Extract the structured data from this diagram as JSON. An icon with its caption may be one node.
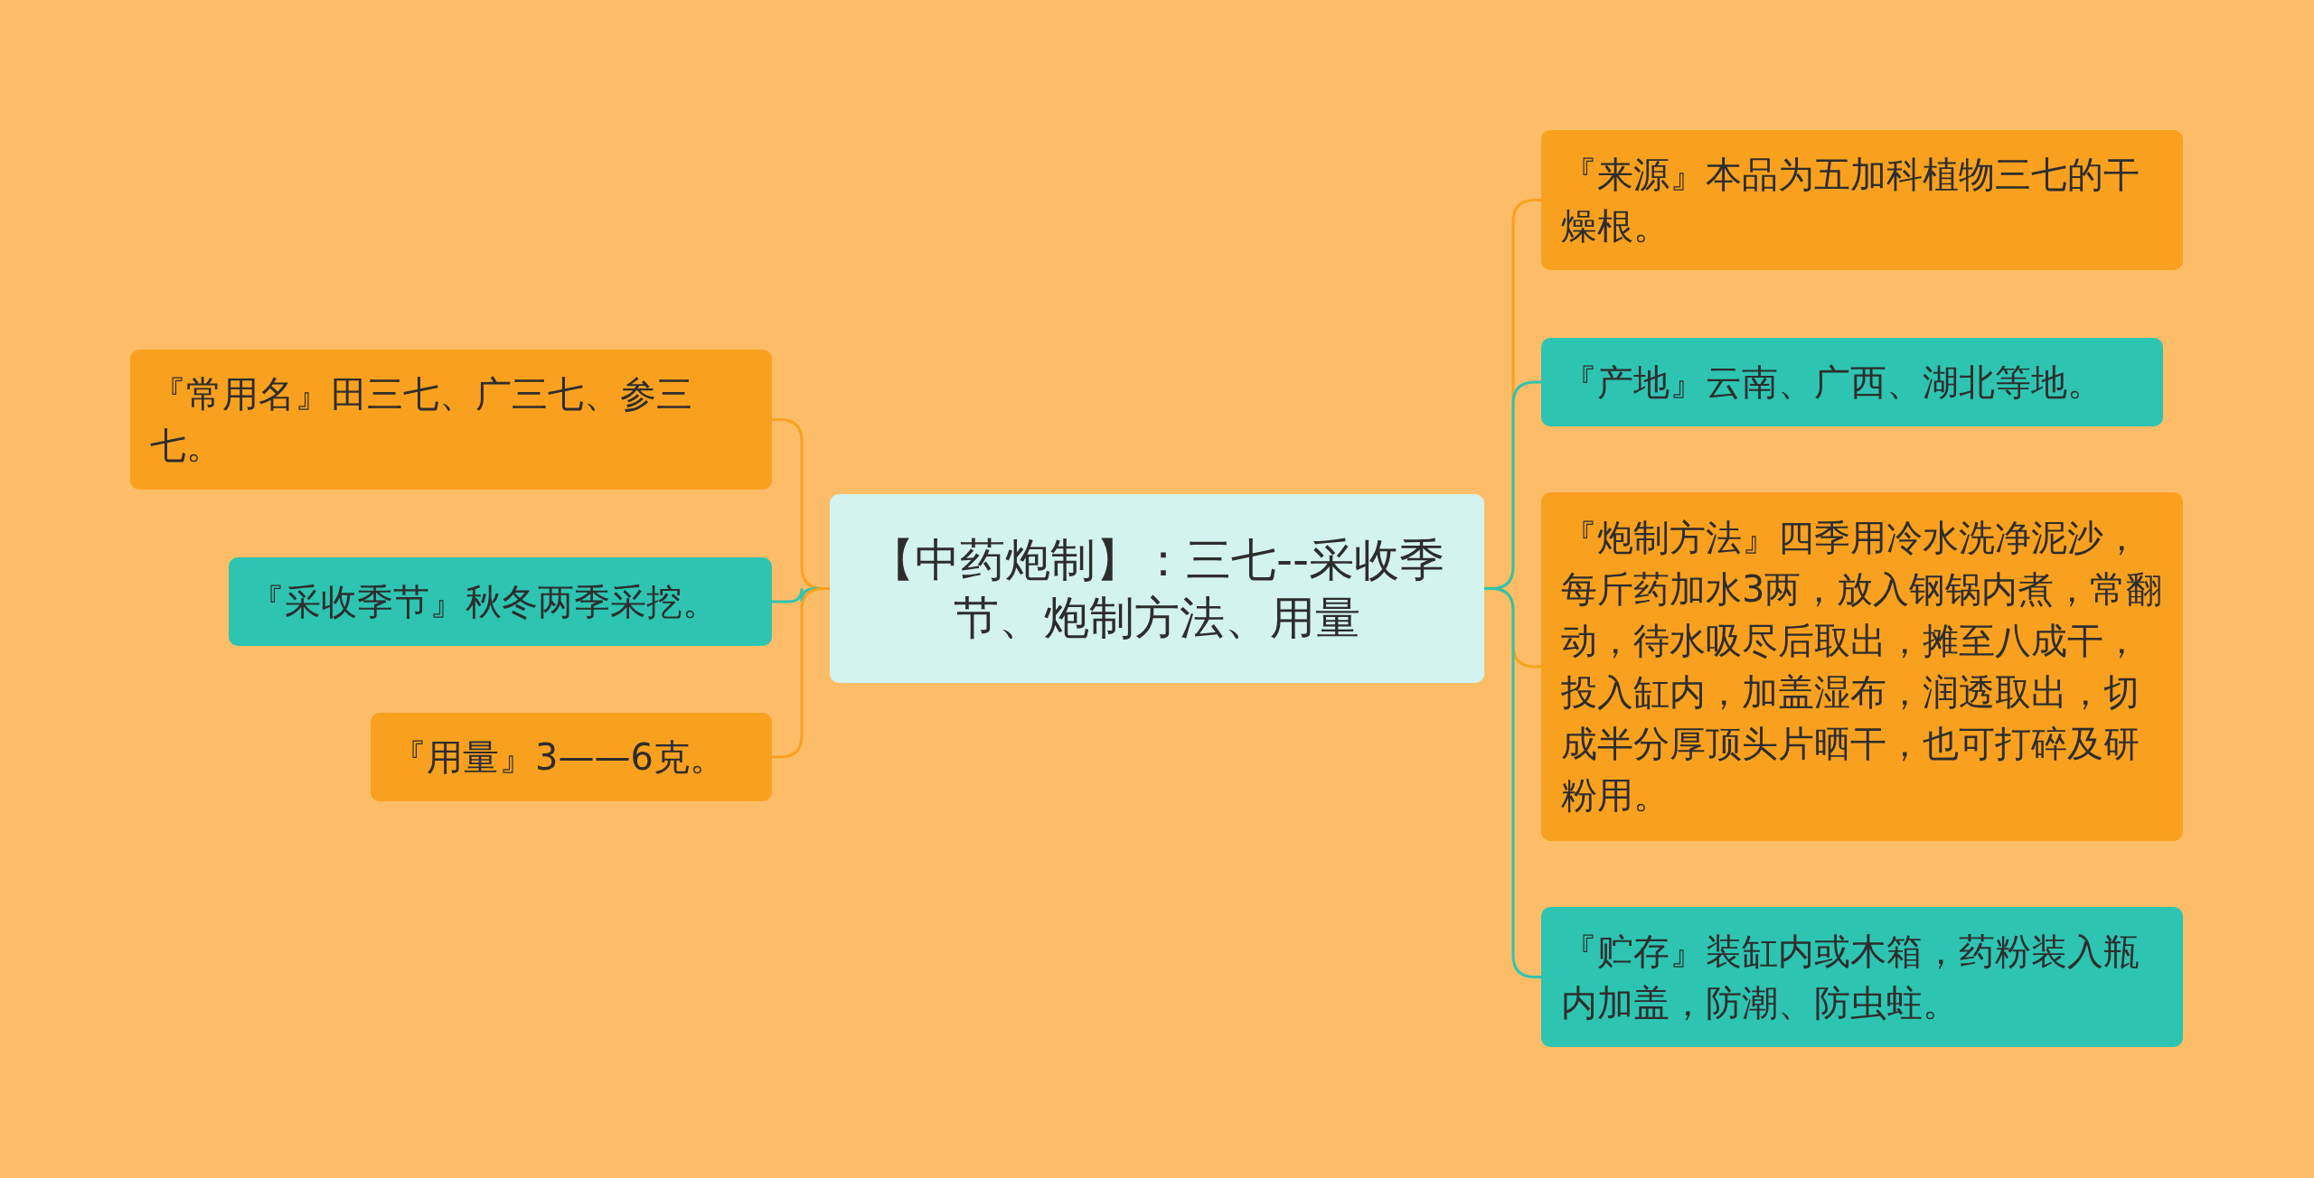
{
  "diagram": {
    "nodes": [
      {
        "text": [
          "【中药炮制】：三七--采收季节、炮制方法、用量"
        ]
      },
      {
        "text": [
          "『常用名』田三七、广三七、参三七。"
        ]
      },
      {
        "text": [
          "『采收季节』秋冬两季采挖。"
        ]
      },
      {
        "text": [
          "『用量』3——6克。"
        ]
      },
      {
        "text": [
          "『来源』本品为五加科植物三七的干燥根。"
        ]
      },
      {
        "text": [
          "『产地』云南、广西、湖北等地。"
        ]
      },
      {
        "text": [
          "『炮制方法』四季用冷水洗净泥沙，每斤药加水3两，放入钢锅内煮，常翻动，待水吸尽后取出，摊至八成干，投入缸内，加盖湿布，润透取出，切成半分厚顶头片晒干，也可打碎及研粉用。"
        ]
      },
      {
        "text": [
          "『贮存』装缸内或木箱，药粉装入瓶内加盖，防潮、防虫蛀。"
        ]
      }
    ],
    "edges": [
      {
        "from": 0,
        "to": 1,
        "arrow": "none"
      },
      {
        "from": 0,
        "to": 2,
        "arrow": "none",
        "color": "#2ec4b2"
      },
      {
        "from": 0,
        "to": 3,
        "arrow": "none"
      },
      {
        "from": 0,
        "to": 4,
        "arrow": "none"
      },
      {
        "from": 0,
        "to": 5,
        "arrow": "none",
        "color": "#2ec4b2"
      },
      {
        "from": 0,
        "to": 6,
        "arrow": "none"
      },
      {
        "from": 0,
        "to": 7,
        "arrow": "none",
        "color": "#2ec4b2"
      }
    ]
  }
}
